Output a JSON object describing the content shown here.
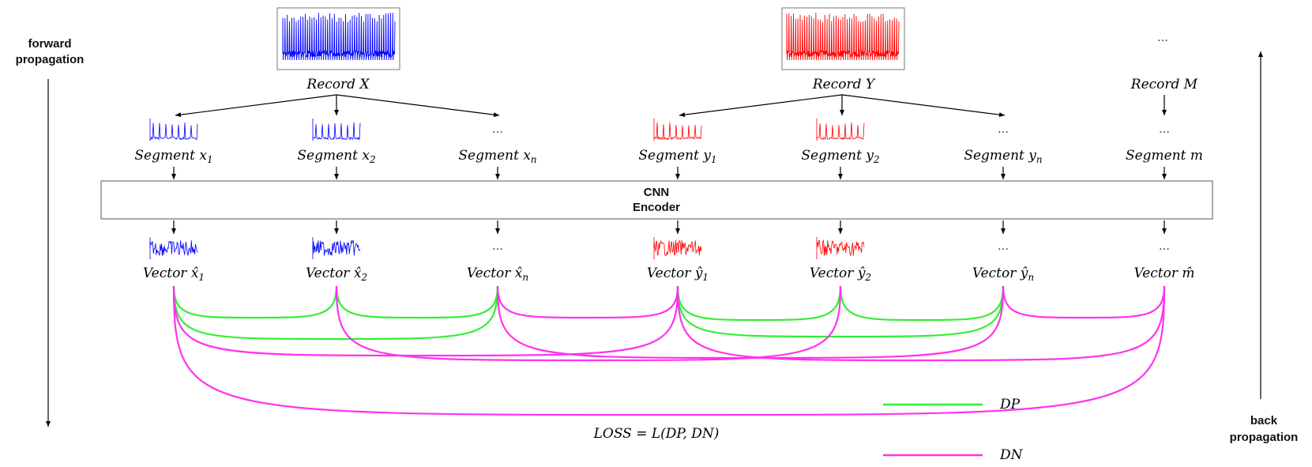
{
  "side_labels": {
    "forward": [
      "forward",
      "propagation"
    ],
    "back": [
      "back",
      "propagation"
    ]
  },
  "records": [
    {
      "label": "Record",
      "var": "X",
      "color": "#0000ff"
    },
    {
      "label": "Record",
      "var": "Y",
      "color": "#ff0000"
    },
    {
      "label": "Record",
      "var": "M"
    }
  ],
  "top_ellipsis": "…",
  "segments": [
    {
      "label": "Segment",
      "var": "x",
      "sub": "1",
      "color": "#0000ff"
    },
    {
      "label": "Segment",
      "var": "x",
      "sub": "2",
      "color": "#0000ff"
    },
    {
      "label": "Segment",
      "var": "x",
      "sub": "n",
      "ellipsis": "…"
    },
    {
      "label": "Segment",
      "var": "y",
      "sub": "1",
      "color": "#ff0000"
    },
    {
      "label": "Segment",
      "var": "y",
      "sub": "2",
      "color": "#ff0000"
    },
    {
      "label": "Segment",
      "var": "y",
      "sub": "n",
      "ellipsis": "…"
    },
    {
      "label": "Segment",
      "var": "m",
      "sub": "",
      "ellipsis": "…"
    }
  ],
  "encoder": {
    "line1": "CNN",
    "line2": "Encoder"
  },
  "vectors": [
    {
      "label": "Vector",
      "var": "x̂",
      "sub": "1",
      "color": "#0000ff"
    },
    {
      "label": "Vector",
      "var": "x̂",
      "sub": "2",
      "color": "#0000ff"
    },
    {
      "label": "Vector",
      "var": "x̂",
      "sub": "n",
      "ellipsis": "…"
    },
    {
      "label": "Vector",
      "var": "ŷ",
      "sub": "1",
      "color": "#ff0000"
    },
    {
      "label": "Vector",
      "var": "ŷ",
      "sub": "2",
      "color": "#ff0000"
    },
    {
      "label": "Vector",
      "var": "ŷ",
      "sub": "n",
      "ellipsis": "…"
    },
    {
      "label": "Vector",
      "var": "m̂",
      "sub": "",
      "ellipsis": "…"
    }
  ],
  "pairs": {
    "positive": [
      [
        0,
        1
      ],
      [
        0,
        2
      ],
      [
        1,
        2
      ],
      [
        3,
        4
      ],
      [
        3,
        5
      ],
      [
        4,
        5
      ]
    ],
    "negative": [
      [
        0,
        3
      ],
      [
        0,
        6
      ],
      [
        1,
        4
      ],
      [
        2,
        3
      ],
      [
        2,
        5
      ],
      [
        3,
        6
      ],
      [
        5,
        6
      ]
    ]
  },
  "legend": [
    {
      "label": "DP",
      "color": "#33ee33"
    },
    {
      "label": "DN",
      "color": "#ff33ee"
    }
  ],
  "loss": "LOSS = L(DP, DN)"
}
